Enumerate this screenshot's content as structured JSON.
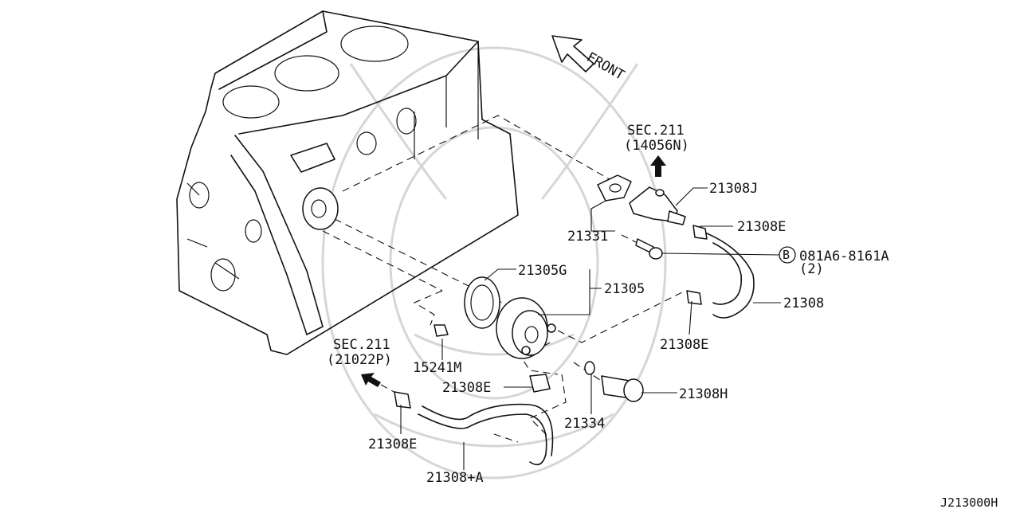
{
  "diagram": {
    "front_label": "FRONT",
    "section_refs": [
      {
        "sec": "SEC.211",
        "code": "(14056N)"
      },
      {
        "sec": "SEC.211",
        "code": "(21022P)"
      }
    ],
    "callouts": {
      "c21308J": "21308J",
      "c21308E_top": "21308E",
      "c21331": "21331",
      "bolt_marker": "B",
      "bolt_code": "081A6-8161A",
      "bolt_qty": "(2)",
      "c21305G": "21305G",
      "c21305": "21305",
      "c21308": "21308",
      "c21308E_mid": "21308E",
      "c15241M": "15241M",
      "c21308E_low": "21308E",
      "c21308H": "21308H",
      "c21334": "21334",
      "c21308E_bottom": "21308E",
      "c21308A": "21308+A"
    },
    "diagram_id": "J213000H"
  }
}
